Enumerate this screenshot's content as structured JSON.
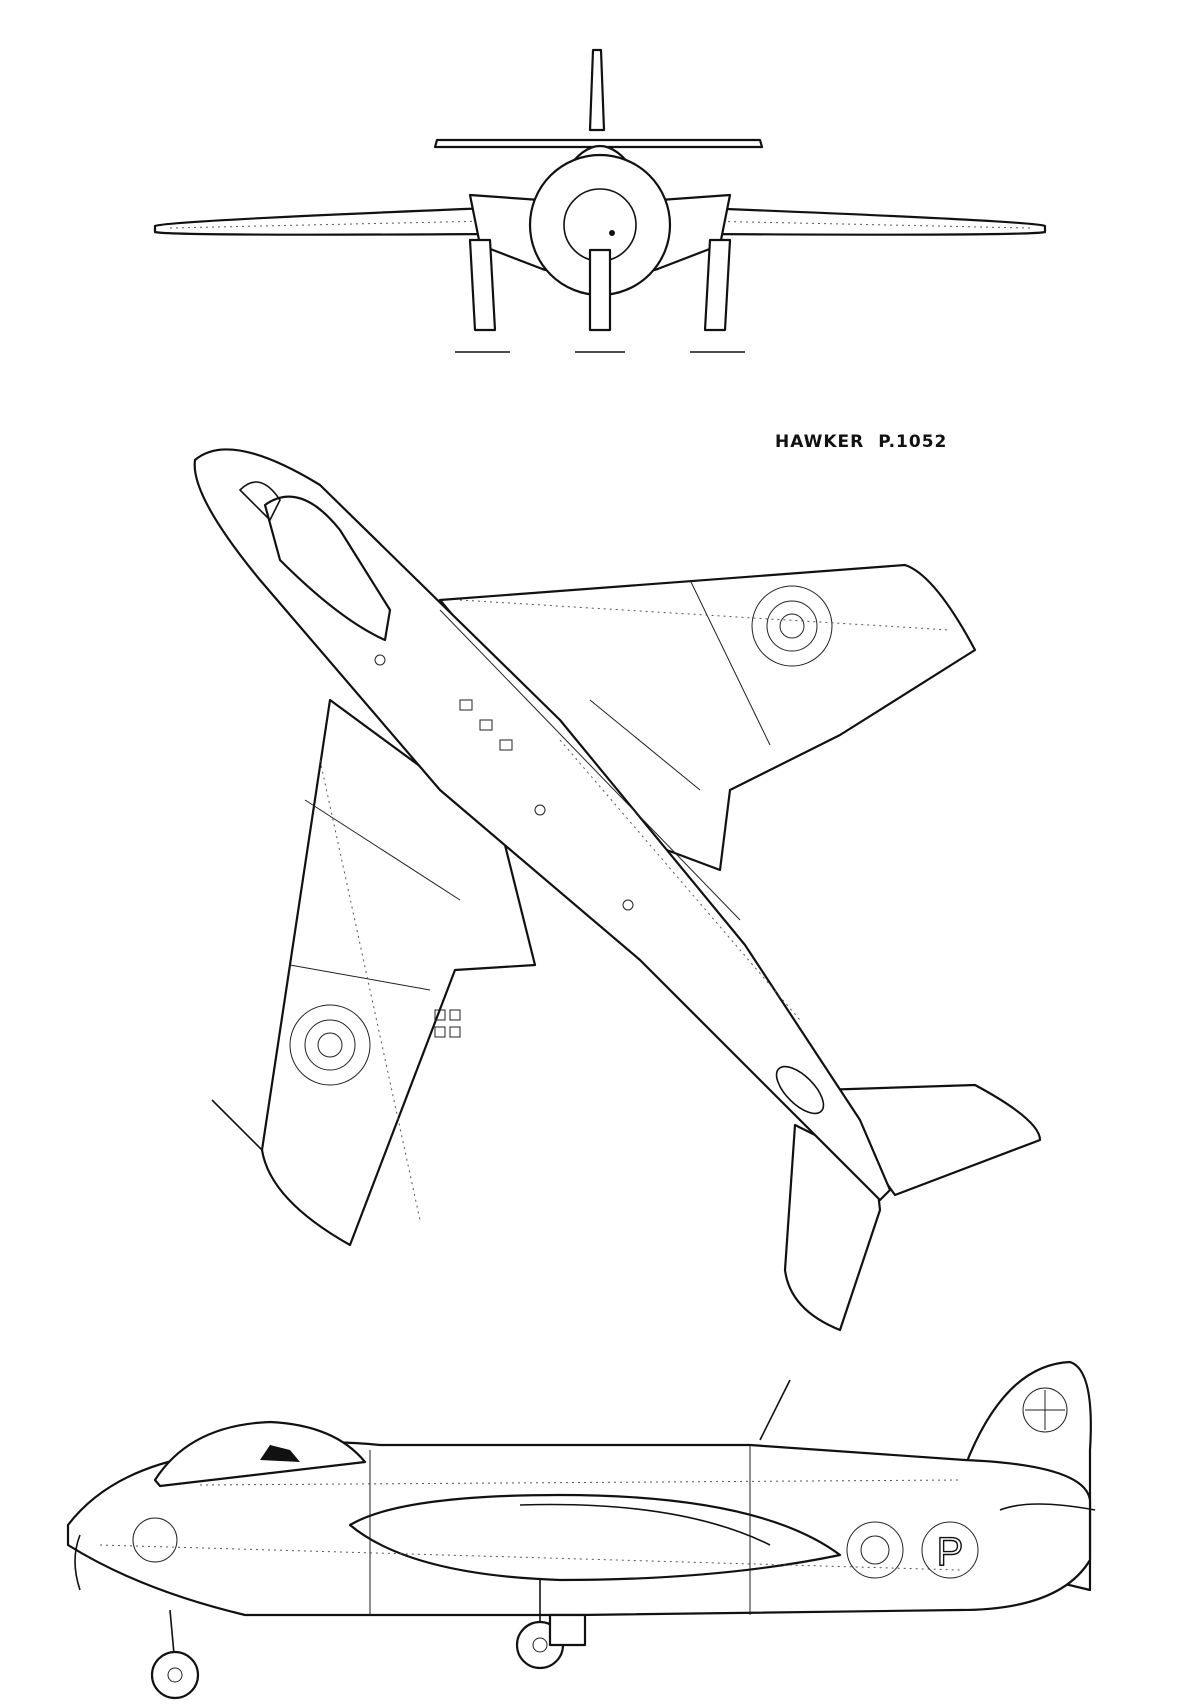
{
  "title": {
    "maker": "HAWKER",
    "model": "P.1052"
  },
  "markings": {
    "code_letter": "P"
  },
  "views": [
    "front-view",
    "plan-view",
    "side-view"
  ]
}
